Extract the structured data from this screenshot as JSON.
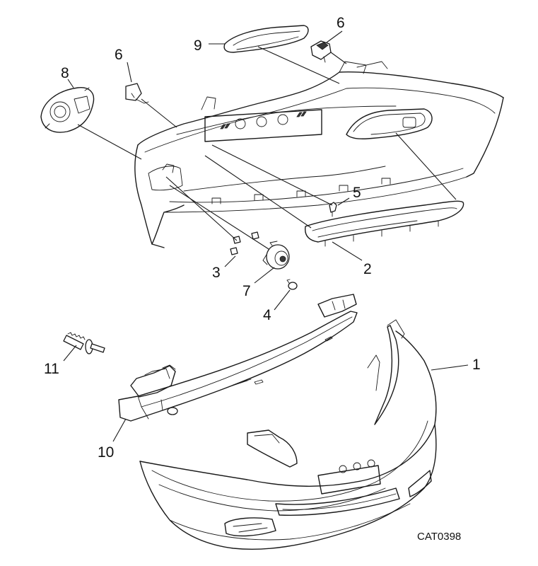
{
  "diagram": {
    "callouts": {
      "c1": "1",
      "c2": "2",
      "c3": "3",
      "c4": "4",
      "c5": "5",
      "c6a": "6",
      "c6b": "6",
      "c7": "7",
      "c8": "8",
      "c9": "9",
      "c10": "10",
      "c11": "11"
    },
    "catalog_code": "CAT0398"
  }
}
